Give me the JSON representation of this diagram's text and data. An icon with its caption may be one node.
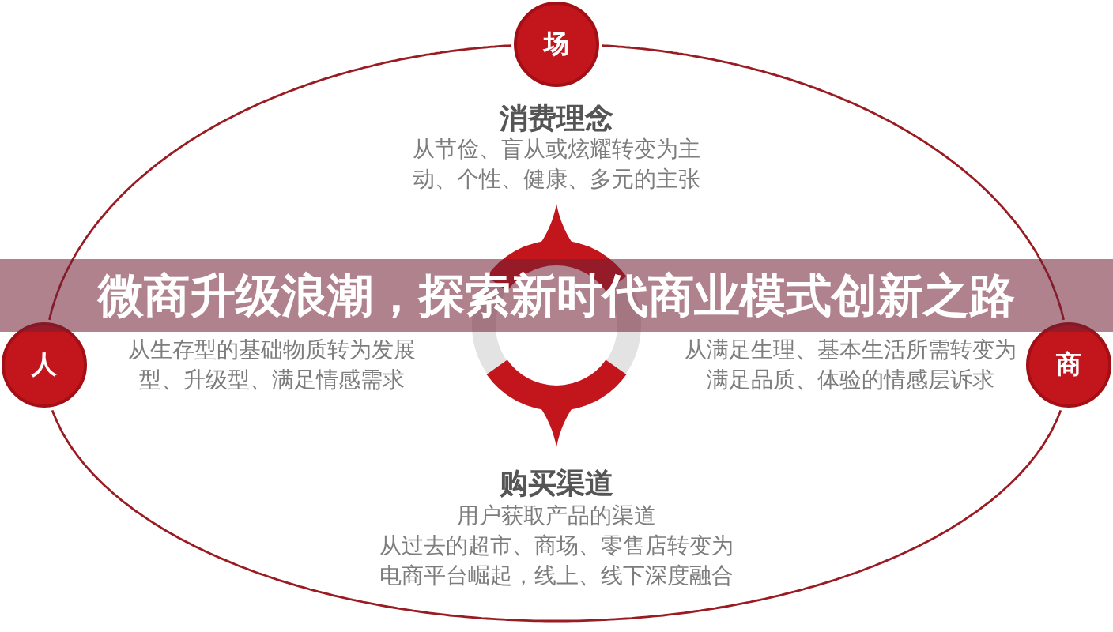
{
  "diagram": {
    "title": "微商升级浪潮，探索新时代商业模式创新之路",
    "nodes": [
      {
        "text": [
          "场"
        ],
        "beside": [
          "消费理念",
          "从节俭、盲从或炫耀转变为主动、个性、健康、多元的主张"
        ]
      },
      {
        "text": [
          "人"
        ],
        "beside": [
          "从生存型的基础物质转为发展型、升级型、满足情感需求"
        ]
      },
      {
        "text": [
          "商"
        ],
        "beside": [
          "从满足生理、基本生活所需转变为满足品质、体验的情感层诉求"
        ]
      }
    ],
    "edges": [
      {
        "from": 0,
        "to": 1,
        "arrow": "none"
      },
      {
        "from": 0,
        "to": 2,
        "arrow": "none"
      },
      {
        "from": 1,
        "to": 2,
        "arrow": "none"
      }
    ],
    "labels": [
      "购买渠道",
      "用户获取产品的渠道",
      "从过去的超市、商场、零售店转变为电商平台崛起，线上、线下深度融合"
    ]
  }
}
